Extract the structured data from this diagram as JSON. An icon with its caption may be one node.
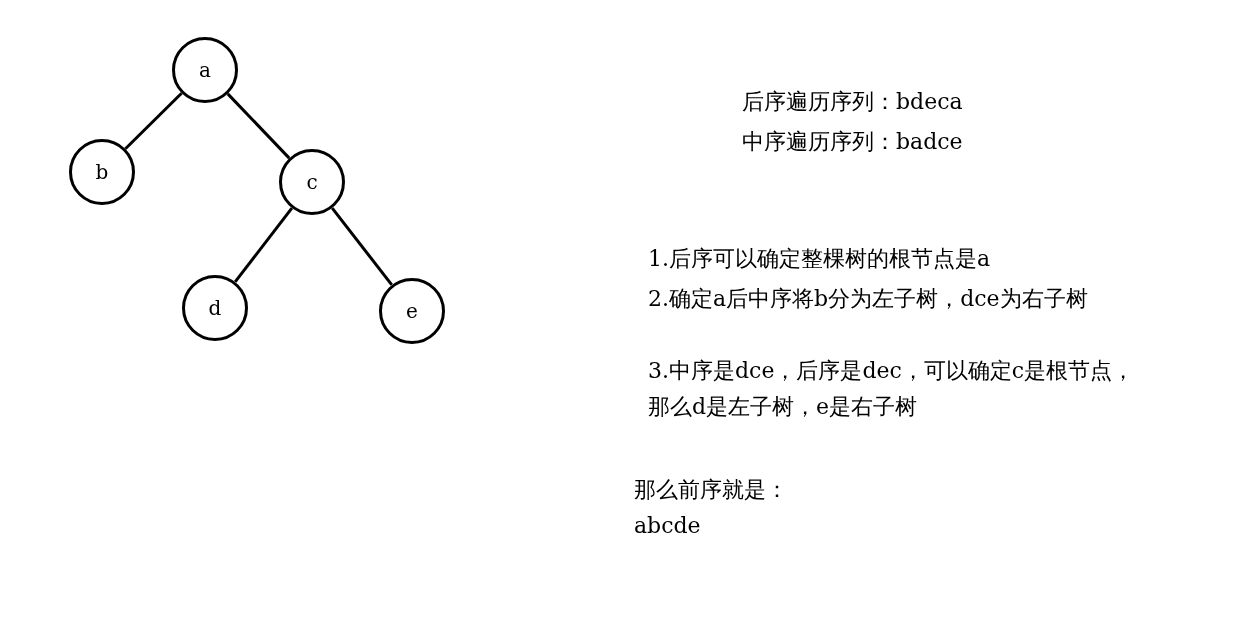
{
  "diagram": {
    "nodes": [
      {
        "text": [
          "a"
        ]
      },
      {
        "text": [
          "b"
        ]
      },
      {
        "text": [
          "c"
        ]
      },
      {
        "text": [
          "d"
        ]
      },
      {
        "text": [
          "e"
        ]
      }
    ],
    "edges": [
      {
        "from": 0,
        "to": 1,
        "arrow": "none"
      },
      {
        "from": 0,
        "to": 2,
        "arrow": "none"
      },
      {
        "from": 2,
        "to": 3,
        "arrow": "none"
      },
      {
        "from": 2,
        "to": 4,
        "arrow": "none"
      }
    ],
    "labels": [
      "后序遍历序列：bdeca",
      "中序遍历序列：badce",
      "1.后序可以确定整棵树的根节点是a",
      "2.确定a后中序将b分为左子树，dce为右子树",
      "3.中序是dce，后序是dec，可以确定c是根节点，那么d是左子树，e是右子树",
      "那么前序就是：abcde"
    ]
  }
}
